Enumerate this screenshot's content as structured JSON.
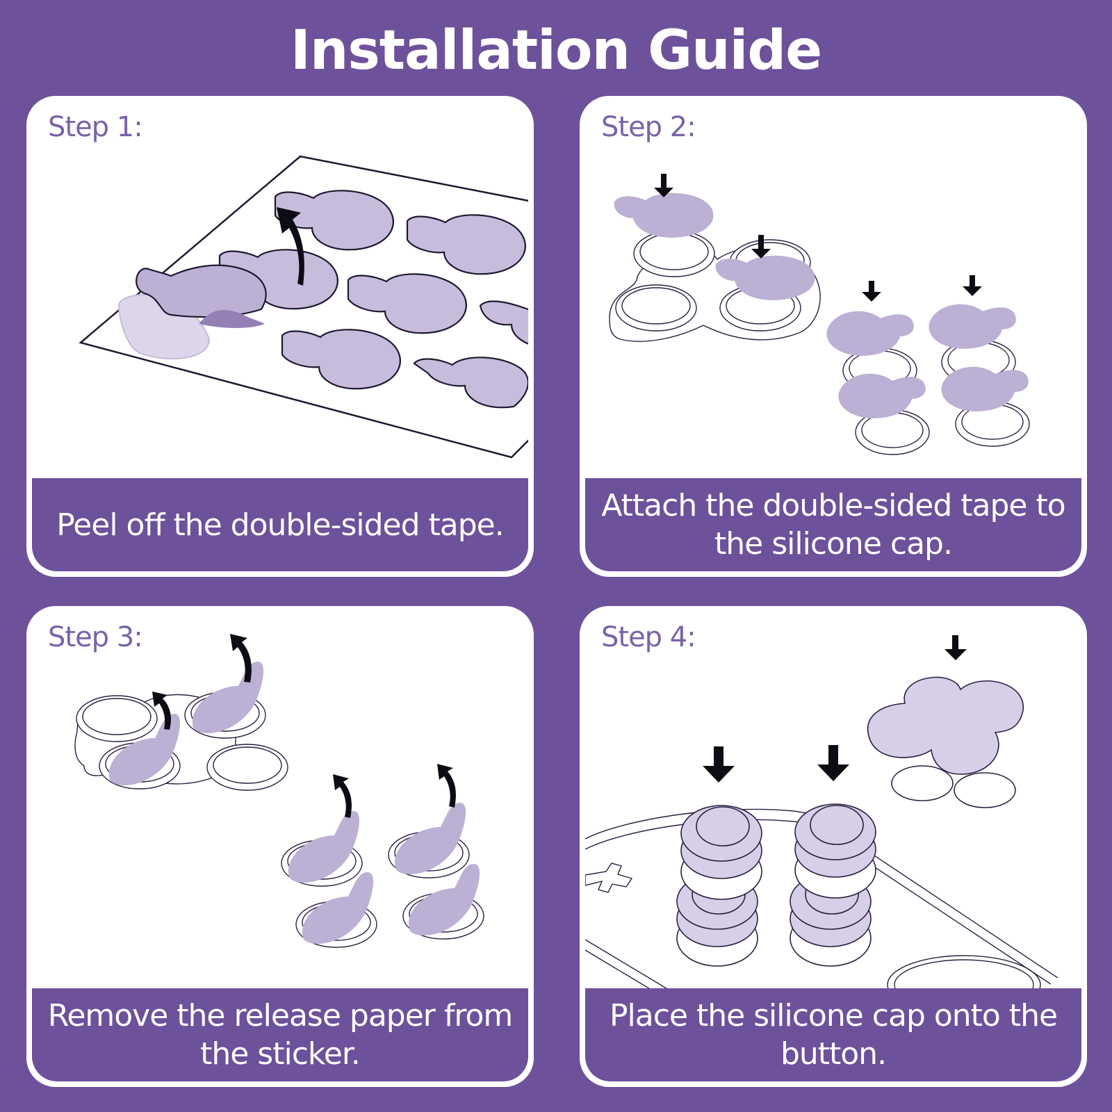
{
  "title": "Installation Guide",
  "colors": {
    "background": "#6d519b",
    "card": "#ffffff",
    "step_label": "#7a63a8",
    "sticker_fill": "#c8bcdc",
    "line": "#2a1f40"
  },
  "steps": [
    {
      "label": "Step 1:",
      "caption": "Peel off the double-sided tape.",
      "illustration": "sticker-sheet-peel"
    },
    {
      "label": "Step 2:",
      "caption": "Attach the double-sided tape to the silicone cap.",
      "illustration": "tape-onto-caps"
    },
    {
      "label": "Step 3:",
      "caption": "Remove the release paper from the sticker.",
      "illustration": "remove-release-paper"
    },
    {
      "label": "Step 4:",
      "caption": "Place the silicone cap onto the button.",
      "illustration": "caps-onto-controller-buttons"
    }
  ]
}
